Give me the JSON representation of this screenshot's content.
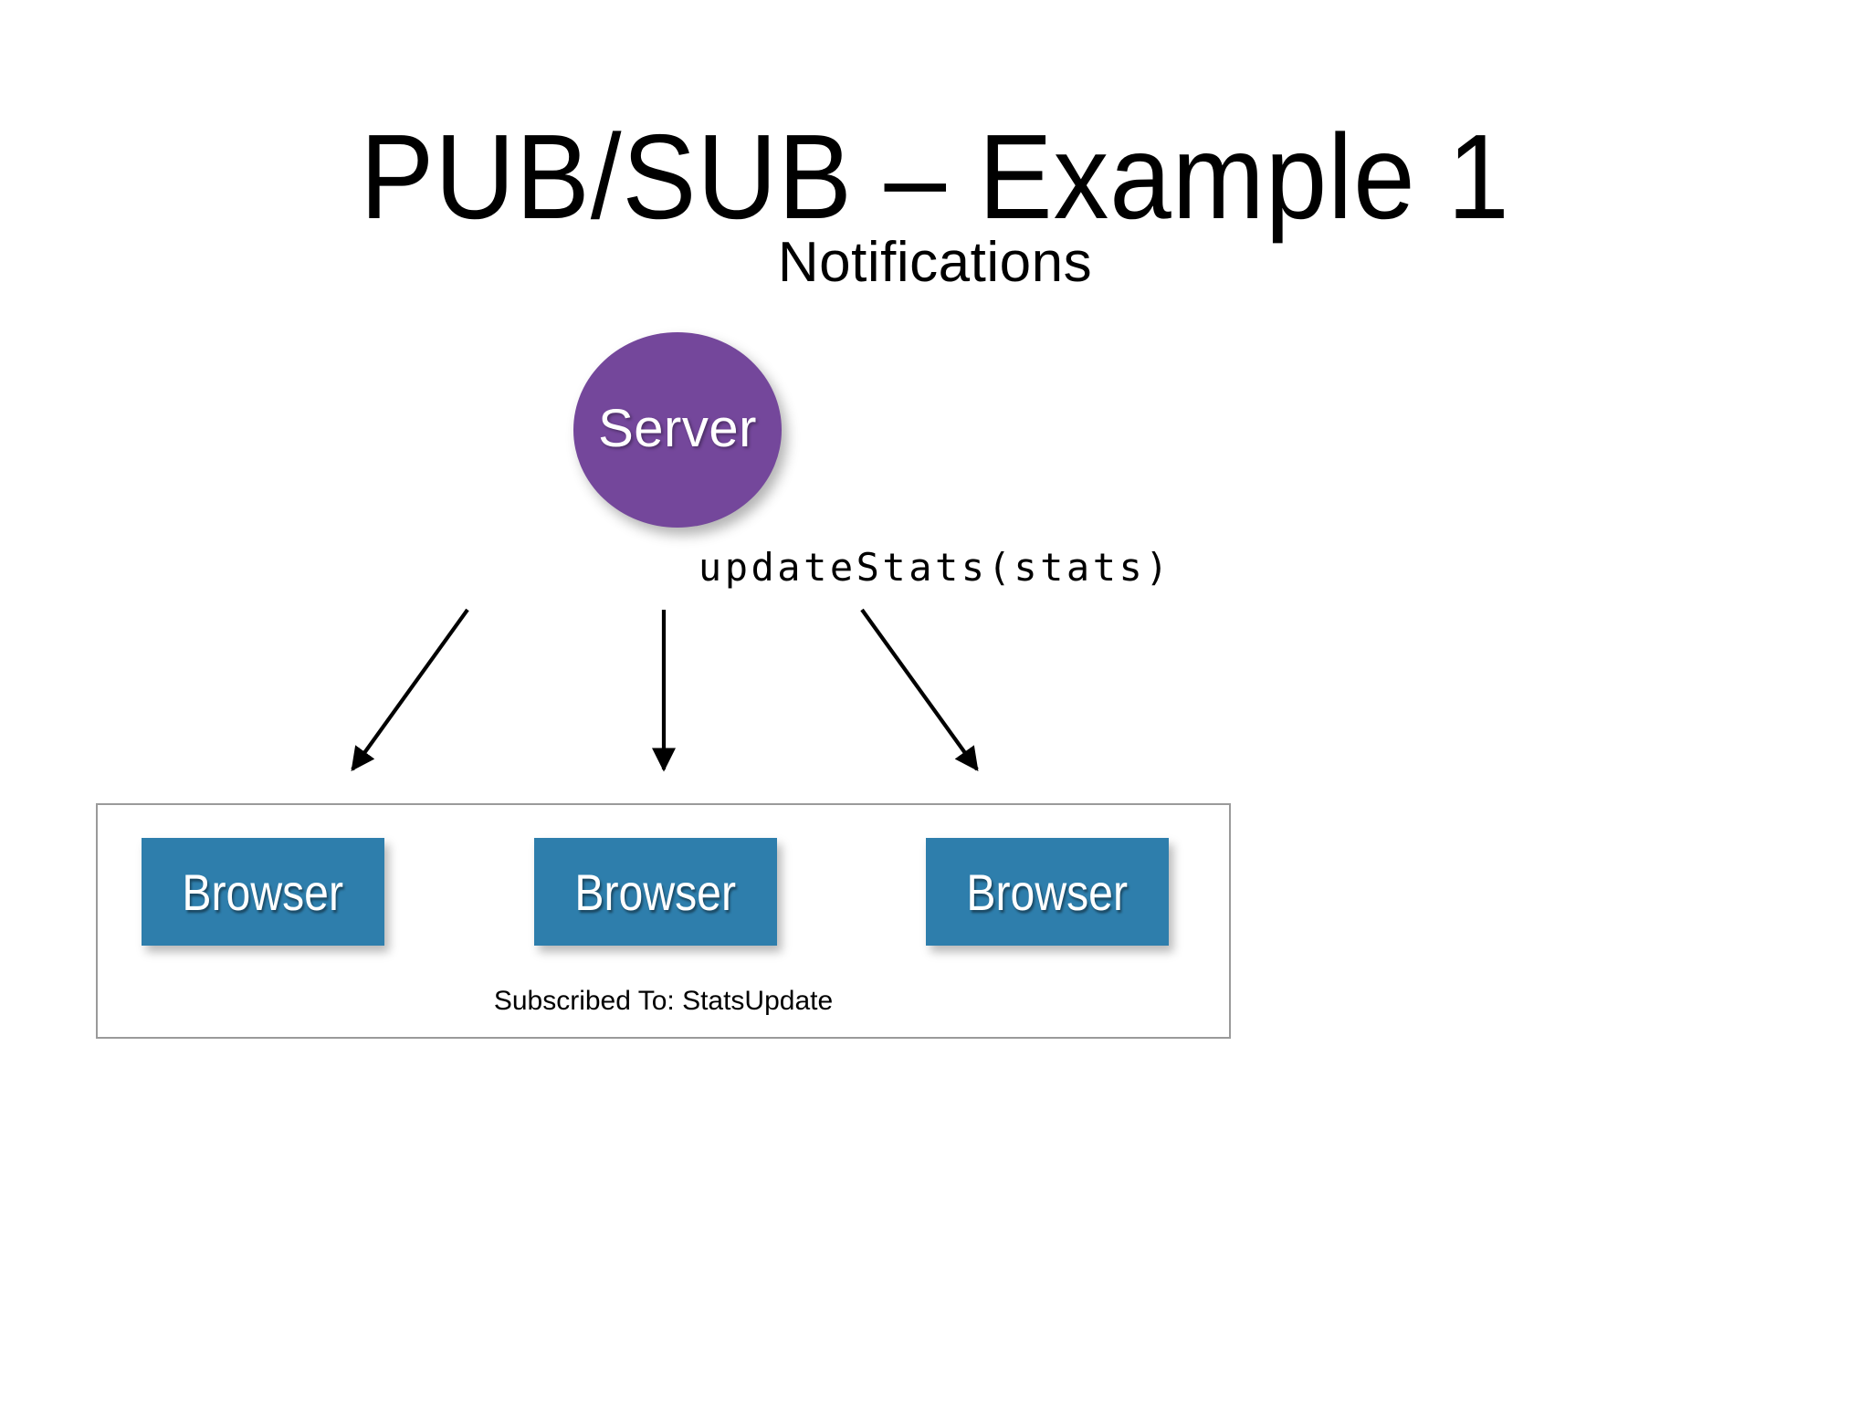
{
  "slide": {
    "background_color": "#FFFFFF",
    "title": "PUB/SUB – Example 1",
    "subtitle": "Notifications"
  },
  "server": {
    "label": "Server",
    "fill_color": "#74479B",
    "text_color": "#FFFFFF",
    "shape": "circle"
  },
  "message": {
    "code_call": "updateStats(stats)"
  },
  "arrows": {
    "icon_name": "arrow-down-icon",
    "color": "#000000",
    "count": 3,
    "directions": [
      "down-left",
      "down",
      "down-right"
    ]
  },
  "subscribers": {
    "frame_border_color": "#9A9A9A",
    "caption": "Subscribed To: StatsUpdate",
    "boxes": [
      {
        "label": "Browser",
        "fill_color": "#2E7EAC",
        "text_color": "#FFFFFF"
      },
      {
        "label": "Browser",
        "fill_color": "#2E7EAC",
        "text_color": "#FFFFFF"
      },
      {
        "label": "Browser",
        "fill_color": "#2E7EAC",
        "text_color": "#FFFFFF"
      }
    ]
  }
}
